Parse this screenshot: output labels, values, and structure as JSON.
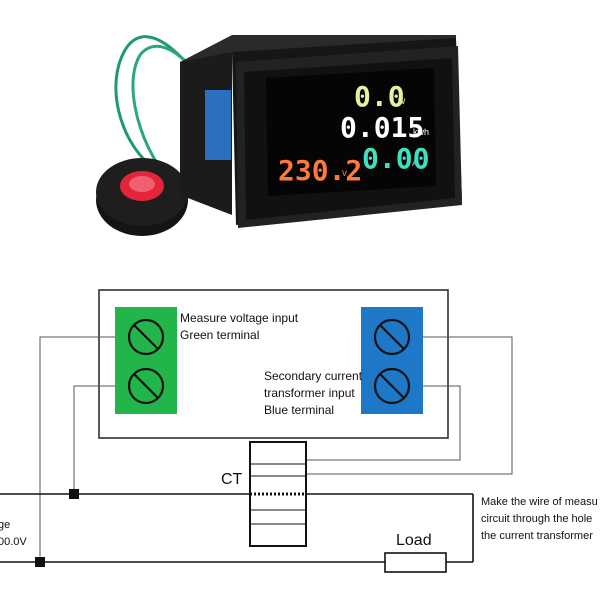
{
  "meter": {
    "power_value": "0.0",
    "power_unit": "w",
    "energy_value": "0.015",
    "energy_unit": "kwh",
    "voltage_value": "230.2",
    "voltage_unit": "v",
    "current_value": "0.00",
    "current_unit": "A",
    "colors": {
      "power": "#e8f0a0",
      "energy": "#ffffff",
      "voltage": "#ff7a3a",
      "current": "#3fe0c0",
      "green_terminal": "#22b54a",
      "blue_terminal": "#1e78c8",
      "ring": "#e3243a"
    }
  },
  "diagram": {
    "green_label_1": "Measure voltage input",
    "green_label_2": "Green terminal",
    "blue_label_1": "Secondary current",
    "blue_label_2": "transformer input",
    "blue_label_3": "Blue terminal",
    "ct_label": "CT",
    "load_label": "Load",
    "left_text_1": "ge",
    "left_text_2": "00.0V",
    "right_text_1": "Make the wire of measu",
    "right_text_2": "circuit through the hole",
    "right_text_3": "the current transformer"
  }
}
